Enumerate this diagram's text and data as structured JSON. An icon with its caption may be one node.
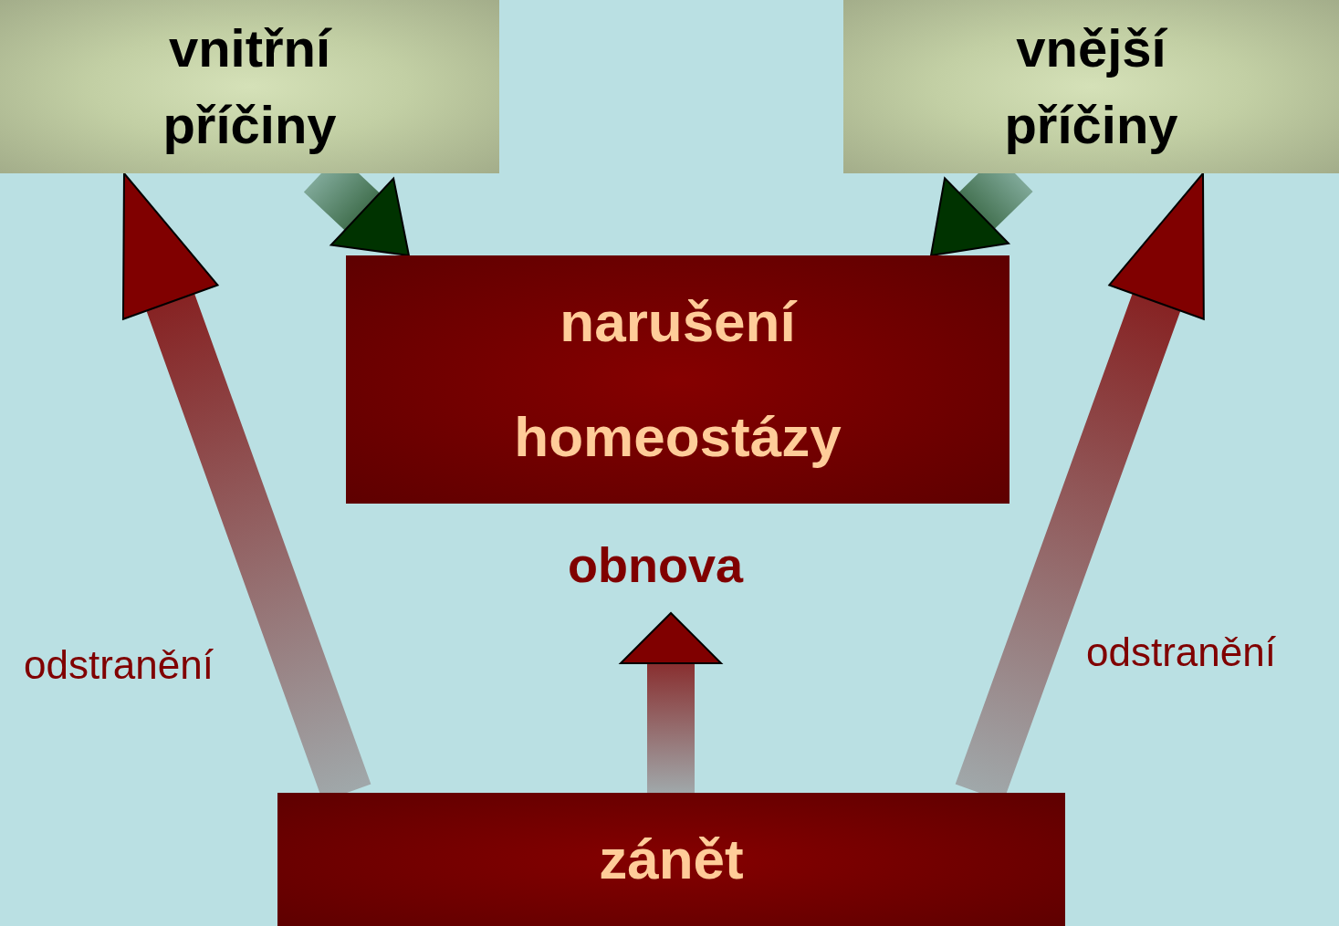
{
  "diagram": {
    "nodes": [
      {
        "text": [
          "vnitřní příčiny"
        ]
      },
      {
        "text": [
          "vnější příčiny"
        ]
      },
      {
        "text": [
          "narušení homeostázy"
        ]
      },
      {
        "text": [
          "zánět"
        ]
      }
    ],
    "edges": [
      {
        "from": 0,
        "to": 2,
        "arrow": "to",
        "style": "thick",
        "color": "#003300"
      },
      {
        "from": 1,
        "to": 2,
        "arrow": "to",
        "style": "thick",
        "color": "#003300"
      },
      {
        "from": 3,
        "to": 0,
        "arrow": "to",
        "label": "odstranění",
        "style": "thick"
      },
      {
        "from": 3,
        "to": 2,
        "arrow": "to",
        "label": "obnova",
        "style": "thick"
      },
      {
        "from": 3,
        "to": 1,
        "arrow": "to",
        "label": "odstranění",
        "style": "thick"
      }
    ]
  }
}
